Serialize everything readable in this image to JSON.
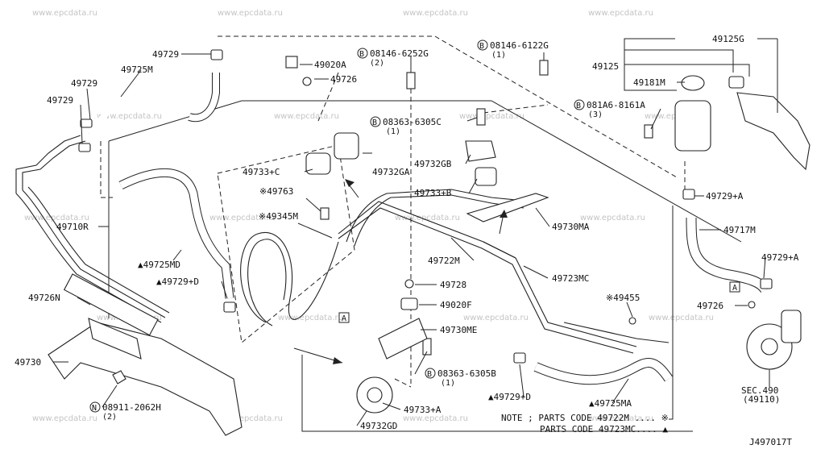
{
  "watermark": "www.epcdata.ru",
  "diagram_code": "J497017T",
  "parts": {
    "p49729_top": "49729",
    "p49725m": "49725M",
    "p49729_l1": "49729",
    "p49729_l2": "49729",
    "p49020a": "49020A",
    "p49726_top": "49726",
    "bolt_08146_6252g": "08146-6252G",
    "bolt_08146_6252g_qty": "(2)",
    "bolt_08146_6122g": "08146-6122G",
    "bolt_08146_6122g_qty": "(1)",
    "p49125g": "49125G",
    "p49125": "49125",
    "p49181m": "49181M",
    "bolt_081a6_8161a": "081A6-8161A",
    "bolt_081a6_8161a_qty": "(3)",
    "bolt_08363_6305c": "08363-6305C",
    "bolt_08363_6305c_qty": "(1)",
    "p49732gb": "49732GB",
    "p49733c": "49733+C",
    "p49732ga": "49732GA",
    "p49733b": "49733+B",
    "p49763": "※49763",
    "p49345m": "※49345M",
    "p49710r": "49710R",
    "p49730ma": "49730MA",
    "p49729a_1": "49729+A",
    "p49717m": "49717M",
    "p49722m": "49722M",
    "p49725md": "▲49725MD",
    "p49729d_1": "▲49729+D",
    "p49723mc": "49723MC",
    "p49729a_2": "49729+A",
    "p49726n": "49726N",
    "p49728": "49728",
    "p49020f": "49020F",
    "p49455": "※49455",
    "p49726_r": "49726",
    "p49730me": "49730ME",
    "p49730": "49730",
    "bolt_08363_6305b": "08363-6305B",
    "bolt_08363_6305b_qty": "(1)",
    "p49729d_2": "▲49729+D",
    "p49725ma": "▲49725MA",
    "nut_08911_2062h": "08911-2062H",
    "nut_08911_2062h_qty": "(2)",
    "p49733a": "49733+A",
    "p49732gd": "49732GD",
    "sec490": "SEC.490",
    "sec490_sub": "(49110)",
    "ref_a_1": "A",
    "ref_a_2": "A",
    "circle_b": "B",
    "circle_n": "N"
  },
  "note": {
    "line1": "NOTE ; PARTS CODE 49722M .... ※",
    "line2": "PARTS CODE 49723MC.... ▲"
  }
}
